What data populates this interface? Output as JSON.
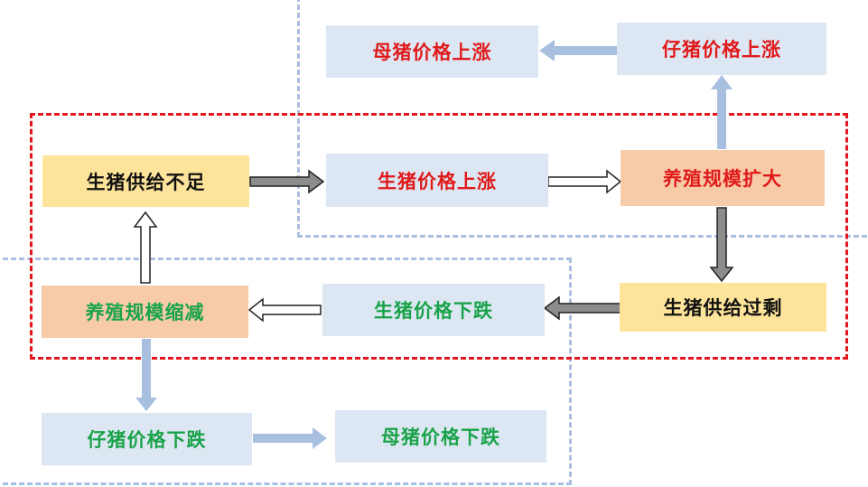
{
  "nodes": {
    "sow_price_up": {
      "label": "母猪价格上涨",
      "fill": "#dde7f3",
      "text_color": "#e01a1a"
    },
    "piglet_price_up": {
      "label": "仔猪价格上涨",
      "fill": "#dde7f3",
      "text_color": "#e01a1a"
    },
    "supply_short": {
      "label": "生猪供给不足",
      "fill": "#fde49a",
      "text_color": "#111111"
    },
    "hog_price_up": {
      "label": "生猪价格上涨",
      "fill": "#dde7f3",
      "text_color": "#e01a1a"
    },
    "scale_expand": {
      "label": "养殖规模扩大",
      "fill": "#f8cba8",
      "text_color": "#e01a1a"
    },
    "scale_shrink": {
      "label": "养殖规模缩减",
      "fill": "#f8cba8",
      "text_color": "#19a34a"
    },
    "hog_price_down": {
      "label": "生猪价格下跌",
      "fill": "#dde7f3",
      "text_color": "#19a34a"
    },
    "supply_surplus": {
      "label": "生猪供给过剩",
      "fill": "#fde49a",
      "text_color": "#111111"
    },
    "piglet_price_down": {
      "label": "仔猪价格下跌",
      "fill": "#dde7f3",
      "text_color": "#19a34a"
    },
    "sow_price_down": {
      "label": "母猪价格下跌",
      "fill": "#dde7f3",
      "text_color": "#19a34a"
    }
  },
  "colors": {
    "red_dashed": "#e8141c",
    "blue_dashed": "#a9bfdf",
    "arrow_dark": "#8c8c8c",
    "arrow_hollow": "#dfe8f4",
    "arrow_blue": "#a9bfdf"
  }
}
